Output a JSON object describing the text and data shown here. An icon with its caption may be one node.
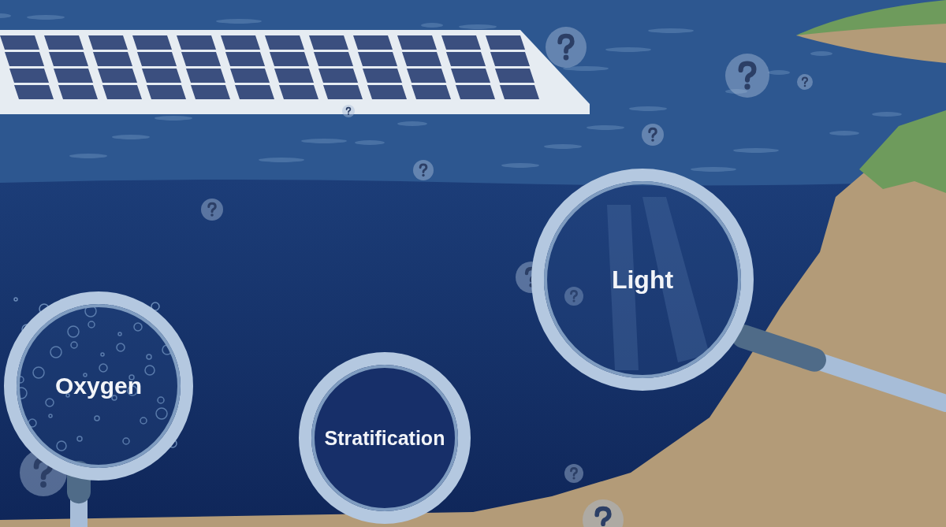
{
  "diagram": {
    "nodes": [
      {
        "text": [
          "Oxygen"
        ]
      },
      {
        "text": [
          "Stratification"
        ]
      },
      {
        "text": [
          "Light"
        ]
      }
    ]
  }
}
